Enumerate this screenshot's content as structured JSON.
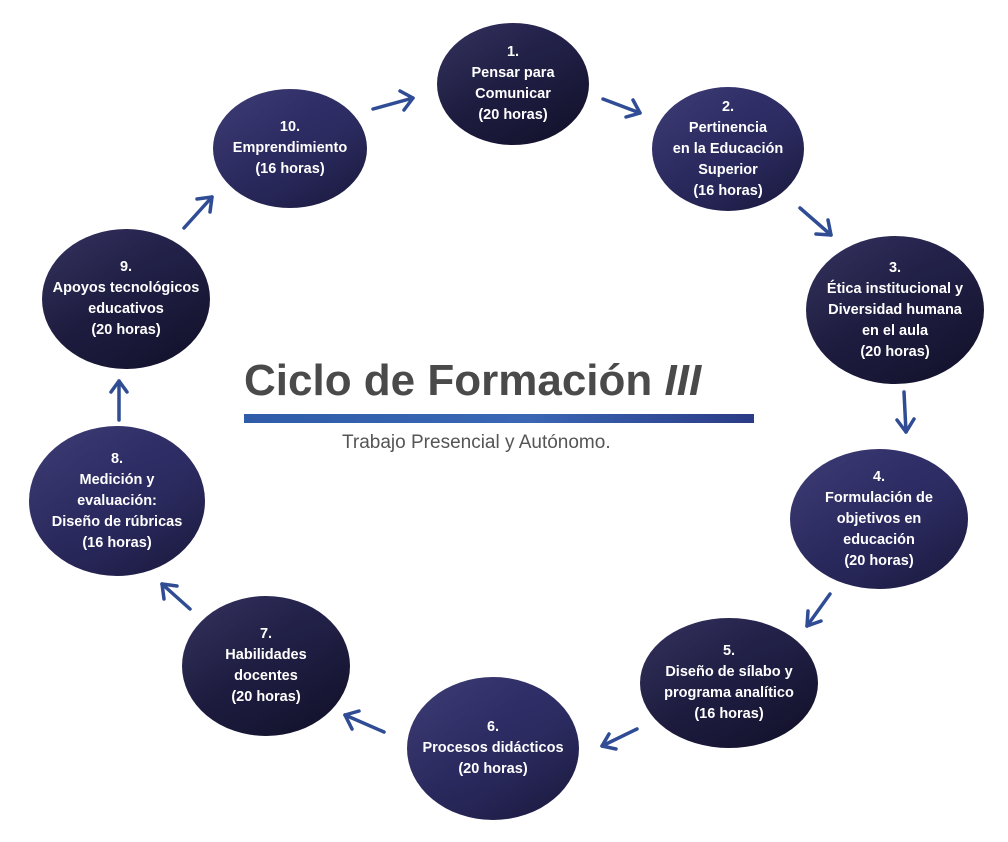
{
  "title": {
    "main": "Ciclo de Formación",
    "roman": "III"
  },
  "subtitle": "Trabajo Presencial y Autónomo.",
  "colors": {
    "node_dark": "#1d1c3f",
    "node_mid": "#2b2a5f",
    "arrow": "#2f4c94",
    "title": "#4a4a4a",
    "bar": "#2f5ca8"
  },
  "nodes": [
    {
      "lines": [
        "1.",
        "Pensar para",
        "Comunicar",
        "(20 horas)"
      ]
    },
    {
      "lines": [
        "2.",
        "Pertinencia",
        "en la Educación",
        "Superior",
        "(16 horas)"
      ]
    },
    {
      "lines": [
        "3.",
        "Ética institucional y",
        "Diversidad humana",
        "en el aula",
        "(20 horas)"
      ]
    },
    {
      "lines": [
        "4.",
        "Formulación de",
        "objetivos en",
        "educación",
        "(20 horas)"
      ]
    },
    {
      "lines": [
        "5.",
        "Diseño de sílabo y",
        "programa analítico",
        "(16 horas)"
      ]
    },
    {
      "lines": [
        "6.",
        "Procesos didácticos",
        "(20 horas)"
      ]
    },
    {
      "lines": [
        "7.",
        "Habilidades",
        "docentes",
        "(20 horas)"
      ]
    },
    {
      "lines": [
        "8.",
        "Medición y",
        "evaluación:",
        "Diseño de rúbricas",
        "(16 horas)"
      ]
    },
    {
      "lines": [
        "9.",
        "Apoyos tecnológicos",
        "educativos",
        "(20 horas)"
      ]
    },
    {
      "lines": [
        "10.",
        "Emprendimiento",
        "(16 horas)"
      ]
    }
  ]
}
